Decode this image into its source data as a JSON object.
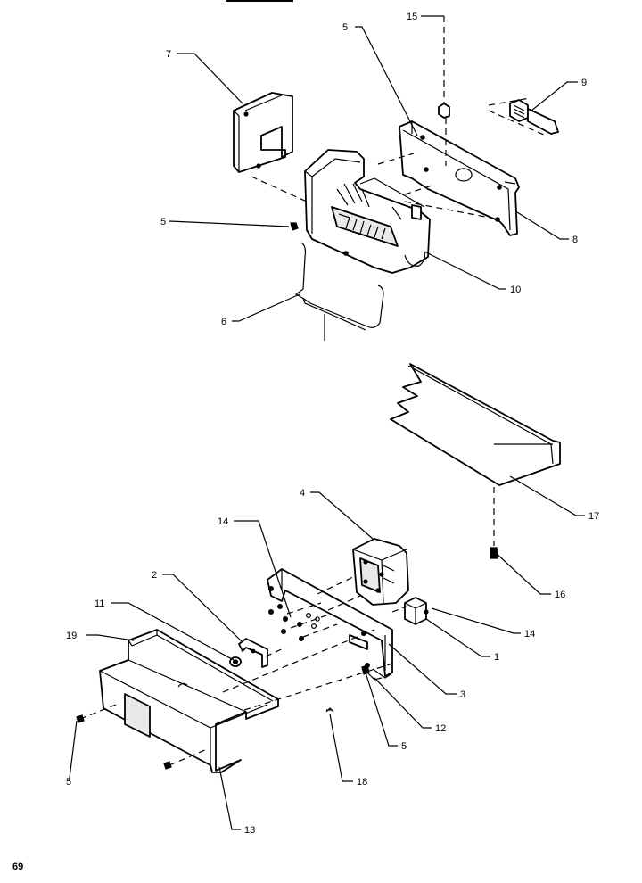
{
  "page_number": "69",
  "callouts": {
    "c1": "1",
    "c2": "2",
    "c3": "3",
    "c4": "4",
    "c5a": "5",
    "c5b": "5",
    "c5c": "5",
    "c5d": "5",
    "c6": "6",
    "c7": "7",
    "c8": "8",
    "c9": "9",
    "c10": "10",
    "c11": "11",
    "c12": "12",
    "c13": "13",
    "c14a": "14",
    "c14b": "14",
    "c15": "15",
    "c16": "16",
    "c17": "17",
    "c18": "18",
    "c19": "19"
  }
}
